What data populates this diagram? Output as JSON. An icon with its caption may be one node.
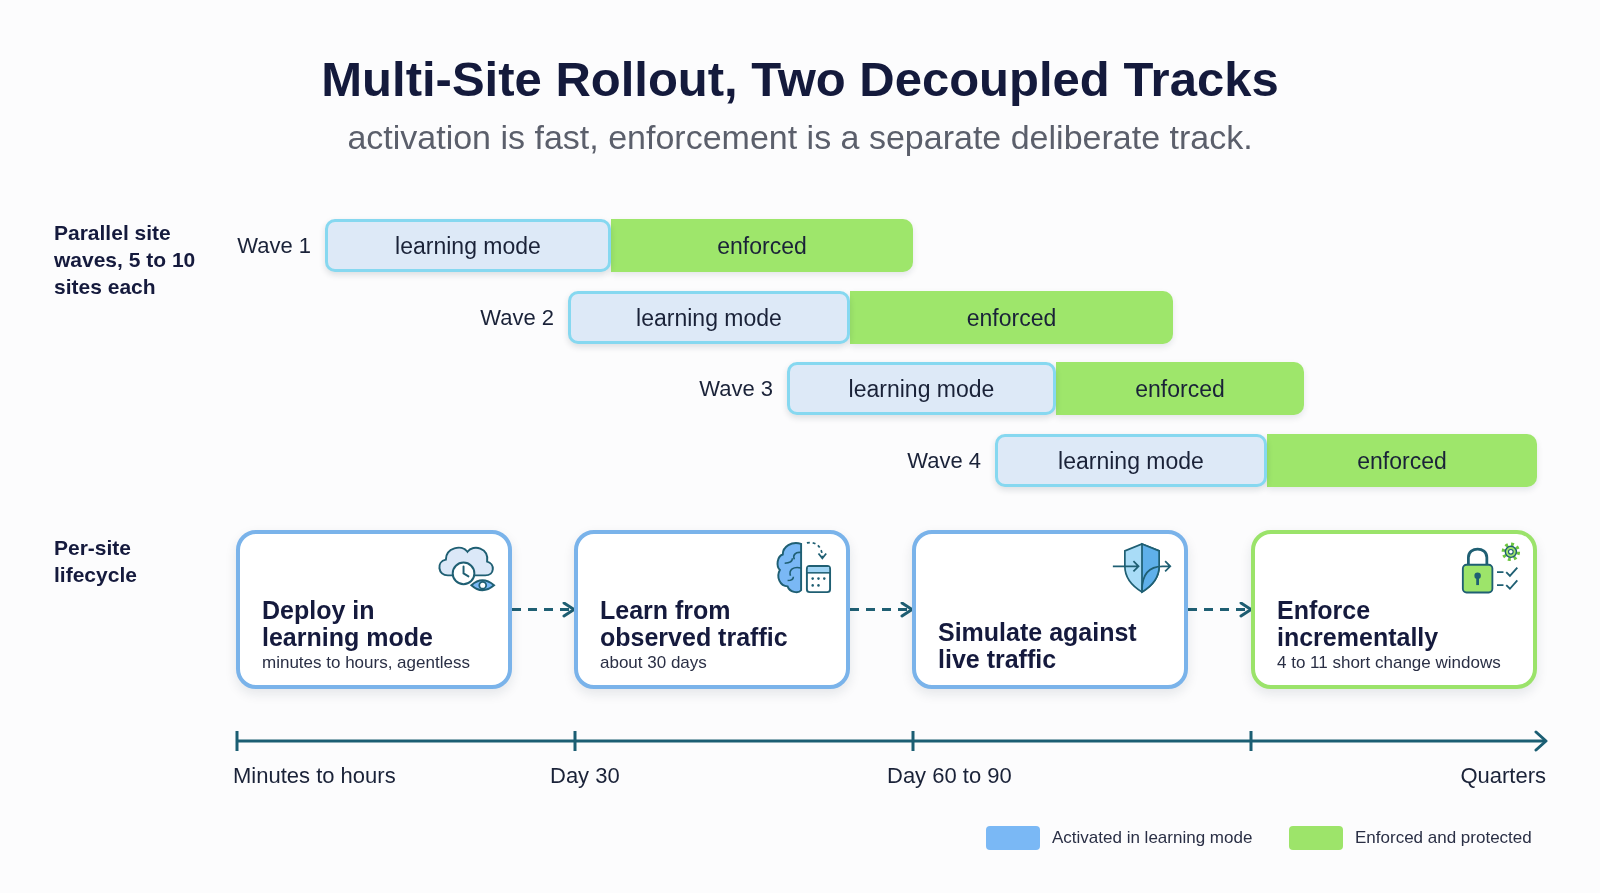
{
  "diagram": {
    "title": "Multi-Site Rollout, Two Decoupled Tracks",
    "caption": "activation is fast, enforcement is a separate deliberate track.",
    "nodes": [
      {
        "text": [
          "learning mode"
        ],
        "beside": [
          "Wave 1"
        ]
      },
      {
        "text": [
          "enforced"
        ]
      },
      {
        "text": [
          "learning mode"
        ],
        "beside": [
          "Wave 2"
        ]
      },
      {
        "text": [
          "enforced"
        ]
      },
      {
        "text": [
          "learning mode"
        ],
        "beside": [
          "Wave 3"
        ]
      },
      {
        "text": [
          "enforced"
        ]
      },
      {
        "text": [
          "learning mode"
        ],
        "beside": [
          "Wave 4"
        ]
      },
      {
        "text": [
          "enforced"
        ]
      },
      {
        "text": [
          "Deploy in learning mode",
          "minutes to hours, agentless"
        ]
      },
      {
        "text": [
          "Learn from observed traffic",
          "about 30 days"
        ]
      },
      {
        "text": [
          "Simulate against live traffic"
        ]
      },
      {
        "text": [
          "Enforce incrementally",
          "4 to 11 short change windows"
        ]
      }
    ],
    "edges": [
      {
        "from": 8,
        "to": 9,
        "arrow": "to",
        "style": "dashed"
      },
      {
        "from": 9,
        "to": 10,
        "arrow": "to",
        "style": "dashed"
      },
      {
        "from": 10,
        "to": 11,
        "arrow": "to",
        "style": "dashed"
      }
    ],
    "labels": [
      "Parallel site waves, 5 to 10 sites each",
      "Per-site lifecycle",
      "Minutes to hours",
      "Day 30",
      "Day 60 to 90",
      "Quarters"
    ],
    "legend": [
      {
        "text": "Activated in learning mode",
        "color": "#7ab8f5"
      },
      {
        "text": "Enforced and protected",
        "color": "#9de46a"
      }
    ]
  }
}
